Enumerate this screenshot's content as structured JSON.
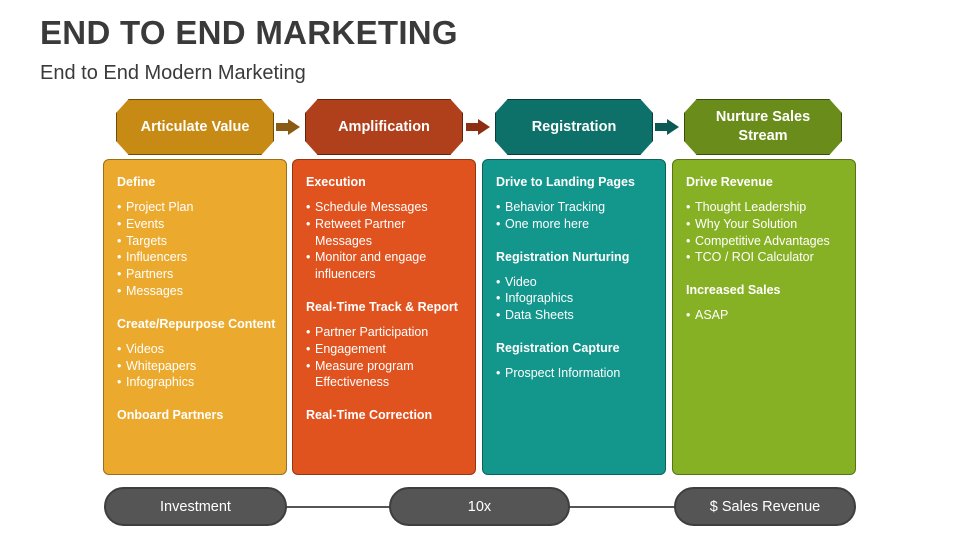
{
  "title": "END TO END MARKETING",
  "subtitle": "End to End Modern Marketing",
  "colors": {
    "orange_yellow": "#EBA92D",
    "red_orange": "#E0521E",
    "teal": "#13968C",
    "green": "#87B124",
    "hdr_gold": "#C78A14",
    "hdr_rust": "#B0401B",
    "hdr_teal": "#0E7169",
    "hdr_olive": "#6A8C1A",
    "pill": "#555555"
  },
  "columns": [
    {
      "header": "Articulate Value",
      "sections": [
        {
          "title": "Define",
          "items": [
            "Project Plan",
            "Events",
            "Targets",
            "Influencers",
            "Partners",
            "Messages"
          ]
        },
        {
          "title": "Create/Repurpose Content",
          "items": [
            "Videos",
            "Whitepapers",
            "Infographics"
          ]
        },
        {
          "title": "Onboard Partners",
          "items": []
        }
      ]
    },
    {
      "header": "Amplification",
      "sections": [
        {
          "title": "Execution",
          "items": [
            "Schedule Messages",
            "Retweet Partner Messages",
            "Monitor and engage influencers"
          ]
        },
        {
          "title": "Real-Time Track & Report",
          "items": [
            "Partner Participation",
            "Engagement",
            "Measure program Effectiveness"
          ]
        },
        {
          "title": "Real-Time Correction",
          "items": []
        }
      ]
    },
    {
      "header": "Registration",
      "sections": [
        {
          "title": "Drive to Landing Pages",
          "items": [
            "Behavior Tracking",
            "One more here"
          ]
        },
        {
          "title": "Registration Nurturing",
          "items": [
            "Video",
            "Infographics",
            "Data Sheets"
          ]
        },
        {
          "title": "Registration Capture",
          "items": [
            "Prospect Information"
          ]
        }
      ]
    },
    {
      "header": "Nurture Sales Stream",
      "sections": [
        {
          "title": "Drive Revenue",
          "items": [
            "Thought Leadership",
            "Why Your Solution",
            "Competitive Advantages",
            "TCO / ROI Calculator"
          ]
        },
        {
          "title": "Increased Sales",
          "items": [
            "ASAP"
          ]
        }
      ]
    }
  ],
  "bottom": {
    "left": "Investment",
    "middle": "10x",
    "right": "$ Sales Revenue"
  }
}
